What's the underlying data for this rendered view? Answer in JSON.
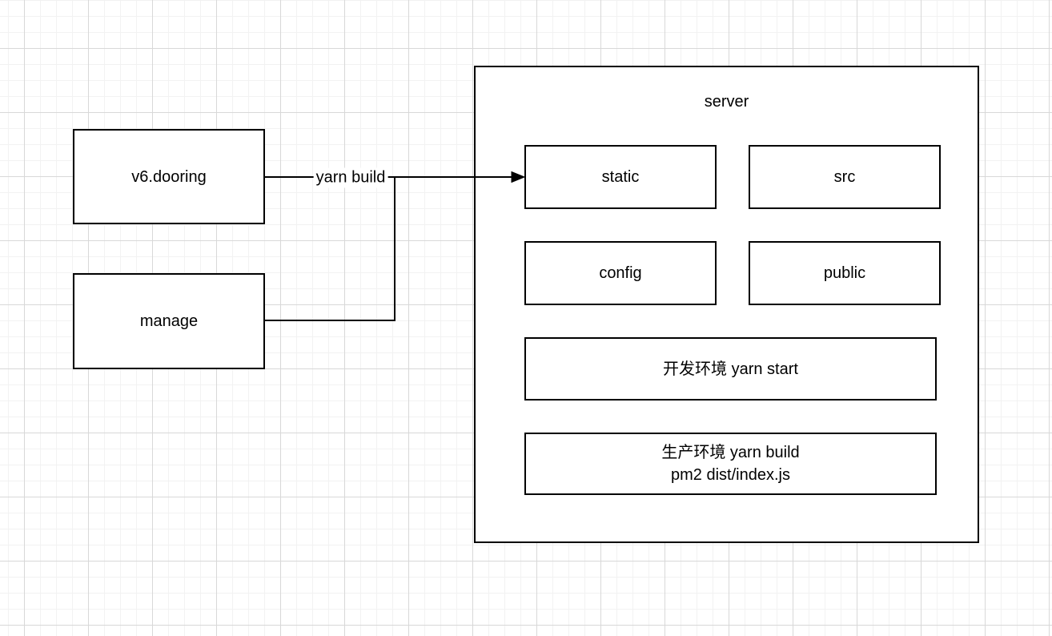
{
  "nodes": {
    "v6_dooring": {
      "label": "v6.dooring"
    },
    "manage": {
      "label": "manage"
    },
    "server": {
      "label": "server"
    },
    "static_dir": {
      "label": "static"
    },
    "src_dir": {
      "label": "src"
    },
    "config_dir": {
      "label": "config"
    },
    "public_dir": {
      "label": "public"
    },
    "dev_env": {
      "label": "开发环境 yarn start"
    },
    "prod_env": {
      "line1": "生产环境 yarn build",
      "line2": "pm2 dist/index.js"
    }
  },
  "edges": {
    "build_label": "yarn build"
  },
  "colors": {
    "node_fill": "#ffffff",
    "node_border": "#000000",
    "edge_stroke": "#000000",
    "text": "#000000",
    "grid_minor": "#f2f2f2",
    "grid_major": "#d8d8d8",
    "canvas_bg": "#ffffff"
  }
}
